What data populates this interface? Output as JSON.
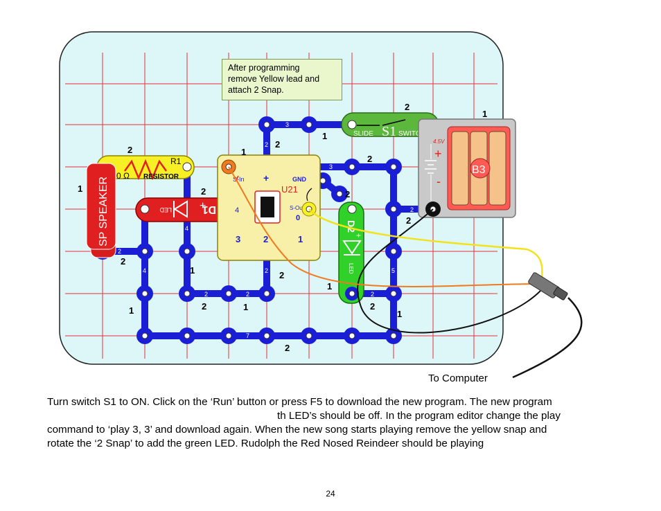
{
  "note": {
    "lines": [
      "After programming",
      "remove Yellow lead and",
      "attach 2 Snap."
    ]
  },
  "labels": {
    "to_computer": "To Computer"
  },
  "components": {
    "switch_text_left": "SLIDE",
    "switch_id": "S1",
    "switch_text_right": "SWITCH",
    "battery_id": "B3",
    "battery_voltage": "4.5V",
    "resistor_id": "R1",
    "resistor_text": "RESISTOR",
    "resistor_value": "0 Ω",
    "speaker_text": "SP SPEAKER",
    "led1_text": "LED",
    "led1_id": "D1",
    "led2_text": "LED",
    "led2_id": "D2",
    "ic_id": "U21",
    "ic_s_in": "S-In",
    "ic_gnd": "GND",
    "ic_s_out": "S-Out",
    "ic_pin3": "3",
    "ic_pin2": "2",
    "ic_pin1": "1",
    "ic_pin4": "4",
    "ic_zero": "0"
  },
  "body": {
    "line1": "Turn switch S1 to ON. Click on the ‘Run’ button or press F5 to download the new program. The new program",
    "line2": "th LED’s should be off.  In the program editor change the play",
    "line3": "command to ‘play 3, 3’ and download again. When the new song starts playing remove the yellow snap and",
    "line4": "rotate the ‘2 Snap’ to add the green LED. Rudolph the Red Nosed Reindeer should be playing"
  },
  "page_number": "24"
}
